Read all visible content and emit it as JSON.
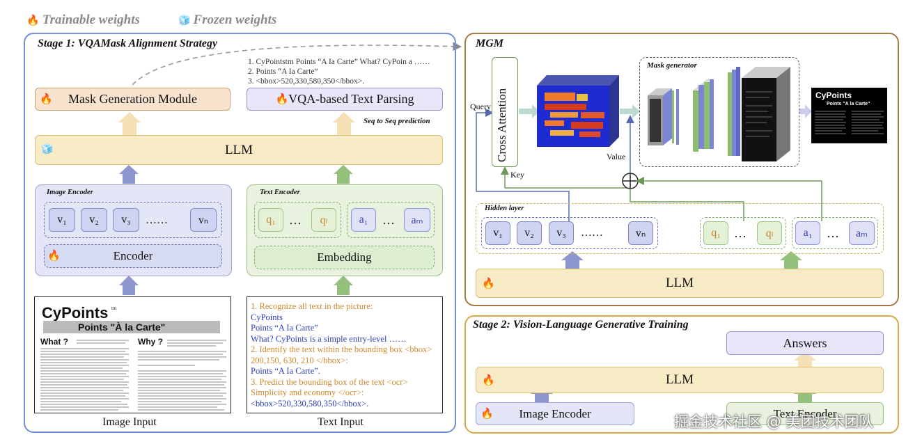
{
  "legend": {
    "trainable": "Trainable weights",
    "frozen": "Frozen weights",
    "fire_icon": "fire-icon",
    "ice_icon": "ice-cube-icon"
  },
  "stage1": {
    "title": "Stage 1:  VQAMask Alignment Strategy",
    "mask_module": "Mask Generation Module",
    "vqa_module": "VQA-based Text Parsing",
    "seq_label": "Seq to Seq prediction",
    "llm": "LLM",
    "outputs": [
      "1. CyPointstm Points “A Ia Carte” What? CyPoin a ……",
      "2. Points “A Ia Carte”",
      "3. <bbox>520,330,580,350</bbox>."
    ],
    "image_encoder": {
      "title": "Image Encoder",
      "tokens": [
        "v₁",
        "v₂",
        "v₃",
        "……",
        "vₙ"
      ],
      "encoder": "Encoder"
    },
    "text_encoder": {
      "title": "Text Encoder",
      "tokens_q": [
        "q₁",
        "…",
        "qₗ"
      ],
      "tokens_a": [
        "a₁",
        "…",
        "aₘ"
      ],
      "embedding": "Embedding"
    },
    "image_input_label": "Image Input",
    "text_input_label": "Text Input",
    "doc": {
      "logo": "CyPoints",
      "tm": "tm",
      "heading": "Points \"À la Carte\"",
      "col1": "What ?",
      "col2": "Why ?"
    },
    "text_input": [
      {
        "text": "1. Recognize all text in the picture:",
        "color": "or"
      },
      {
        "text": "CyPoints",
        "color": "bl"
      },
      {
        "text": "Points “A Ia Carte”",
        "color": "bl"
      },
      {
        "text": "What? CyPoints is a simple entry-level  ……",
        "color": "bl"
      },
      {
        "text": "2. Identify the text within the bounding box <bbox>",
        "color": "or"
      },
      {
        "text": "200,150, 630, 210 </bbox>:",
        "color": "or"
      },
      {
        "text": "Points “A Ia Carte”.",
        "color": "bl"
      },
      {
        "text": "3. Predict the bounding box of the text <ocr>",
        "color": "or"
      },
      {
        "text": "Simplicity and economy </ocr>:",
        "color": "or"
      },
      {
        "text": "<bbox>520,330,580,350</bbox>.",
        "color": "bl"
      }
    ]
  },
  "mgm": {
    "title": "MGM",
    "query": "Query",
    "key": "Key",
    "value": "Value",
    "cross_attention": "Cross Attention",
    "mask_generator": "Mask generator",
    "hidden_layer": "Hidden layer",
    "tokens_v": [
      "v₁",
      "v₂",
      "v₃",
      "……",
      "vₙ"
    ],
    "tokens_q": [
      "q₁",
      "…",
      "qₗ"
    ],
    "tokens_a": [
      "a₁",
      "…",
      "aₘ"
    ],
    "llm": "LLM",
    "out_logo": "CyPoints",
    "out_heading": "Points \"A la Carte\""
  },
  "stage2": {
    "title": "Stage 2:  Vision-Language Generative Training",
    "answers": "Answers",
    "llm": "LLM",
    "image_encoder": "Image Encoder",
    "text_encoder": "Text Encoder"
  },
  "watermark": "掘金技术社区 @ 美团技术团队"
}
